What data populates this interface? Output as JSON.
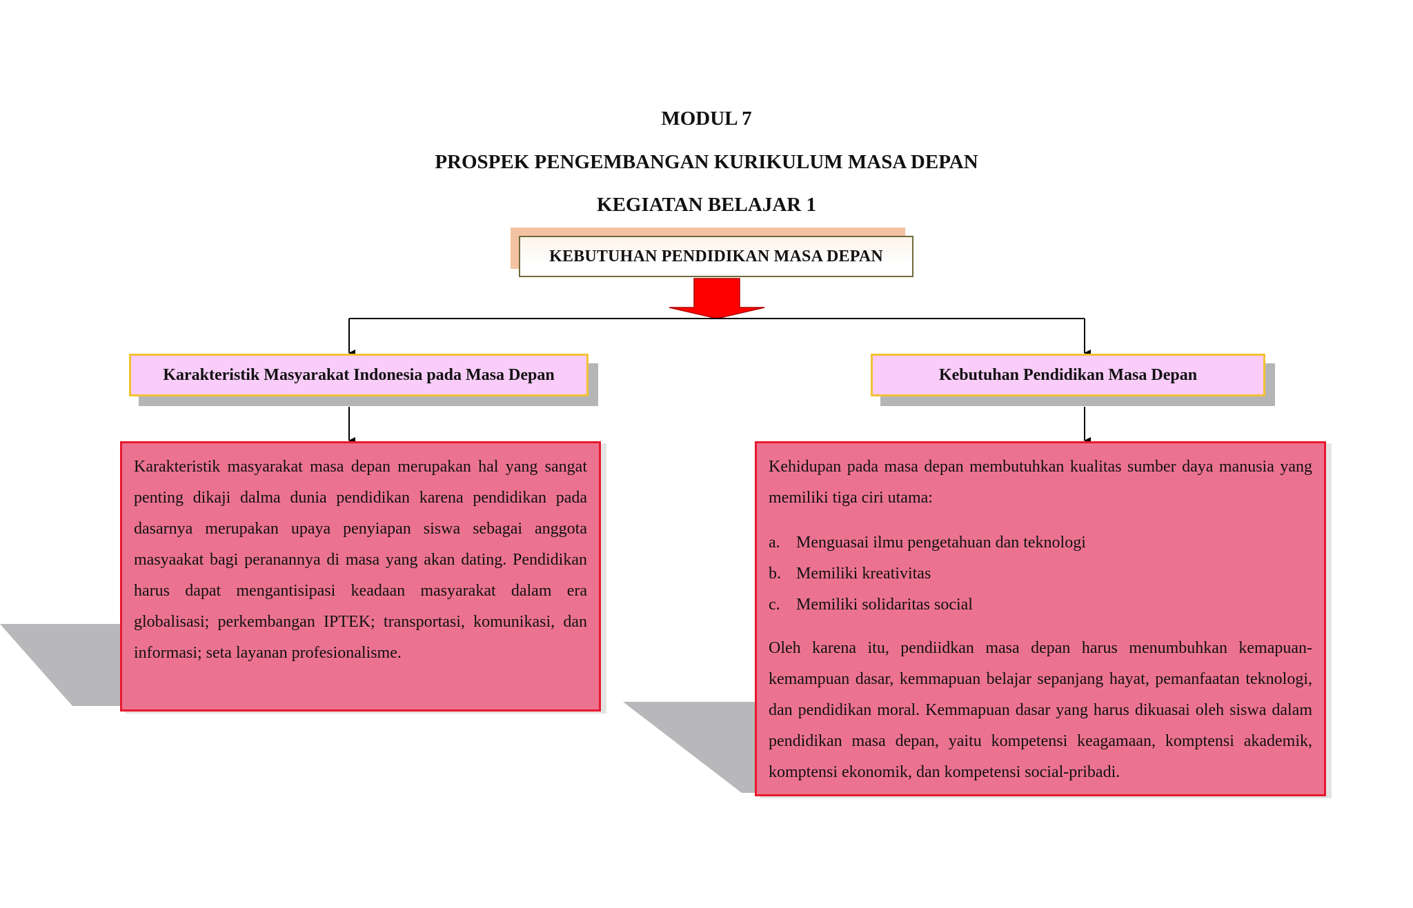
{
  "header": {
    "module": "MODUL 7",
    "title": "PROSPEK PENGEMBANGAN KURIKULUM MASA DEPAN",
    "activity": "KEGIATAN BELAJAR 1"
  },
  "diagram": {
    "root": {
      "label": "KEBUTUHAN PENDIDIKAN MASA DEPAN"
    },
    "left": {
      "heading": "Karakteristik Masyarakat Indonesia pada Masa Depan",
      "body": "Karakteristik masyarakat masa depan merupakan hal yang sangat penting dikaji dalma dunia pendidikan karena pendidikan pada dasarnya merupakan upaya penyiapan siswa sebagai anggota masyaakat bagi peranannya di masa yang akan dating. Pendidikan harus dapat mengantisipasi keadaan masyarakat dalam era globalisasi; perkembangan IPTEK; transportasi, komunikasi, dan informasi; seta layanan profesionalisme."
    },
    "right": {
      "heading": "Kebutuhan Pendidikan Masa Depan",
      "intro": "Kehidupan pada masa depan membutuhkan kualitas sumber daya manusia yang memiliki tiga ciri utama:",
      "items": [
        {
          "marker": "a.",
          "text": "Menguasai ilmu pengetahuan dan teknologi"
        },
        {
          "marker": "b.",
          "text": "Memiliki kreativitas"
        },
        {
          "marker": "c.",
          "text": "Memiliki solidaritas social"
        }
      ],
      "closing": "Oleh karena itu, pendiidkan masa depan harus menumbuhkan kemapuan-kemampuan dasar, kemmapuan belajar sepanjang hayat, pemanfaatan teknologi, dan pendidikan moral. Kemmapuan dasar yang harus dikuasai oleh siswa dalam pendidikan masa depan, yaitu kompetensi keagamaan, komptensi akademik, komptensi ekonomik, dan kompetensi social-pribadi."
    }
  },
  "colors": {
    "arrow": "#ff0000",
    "content_fill": "#ec7390",
    "content_border": "#e8182d",
    "heading_fill": "#f9ccf9",
    "heading_border": "#f2c233",
    "shadow": "#b5b5b8"
  }
}
